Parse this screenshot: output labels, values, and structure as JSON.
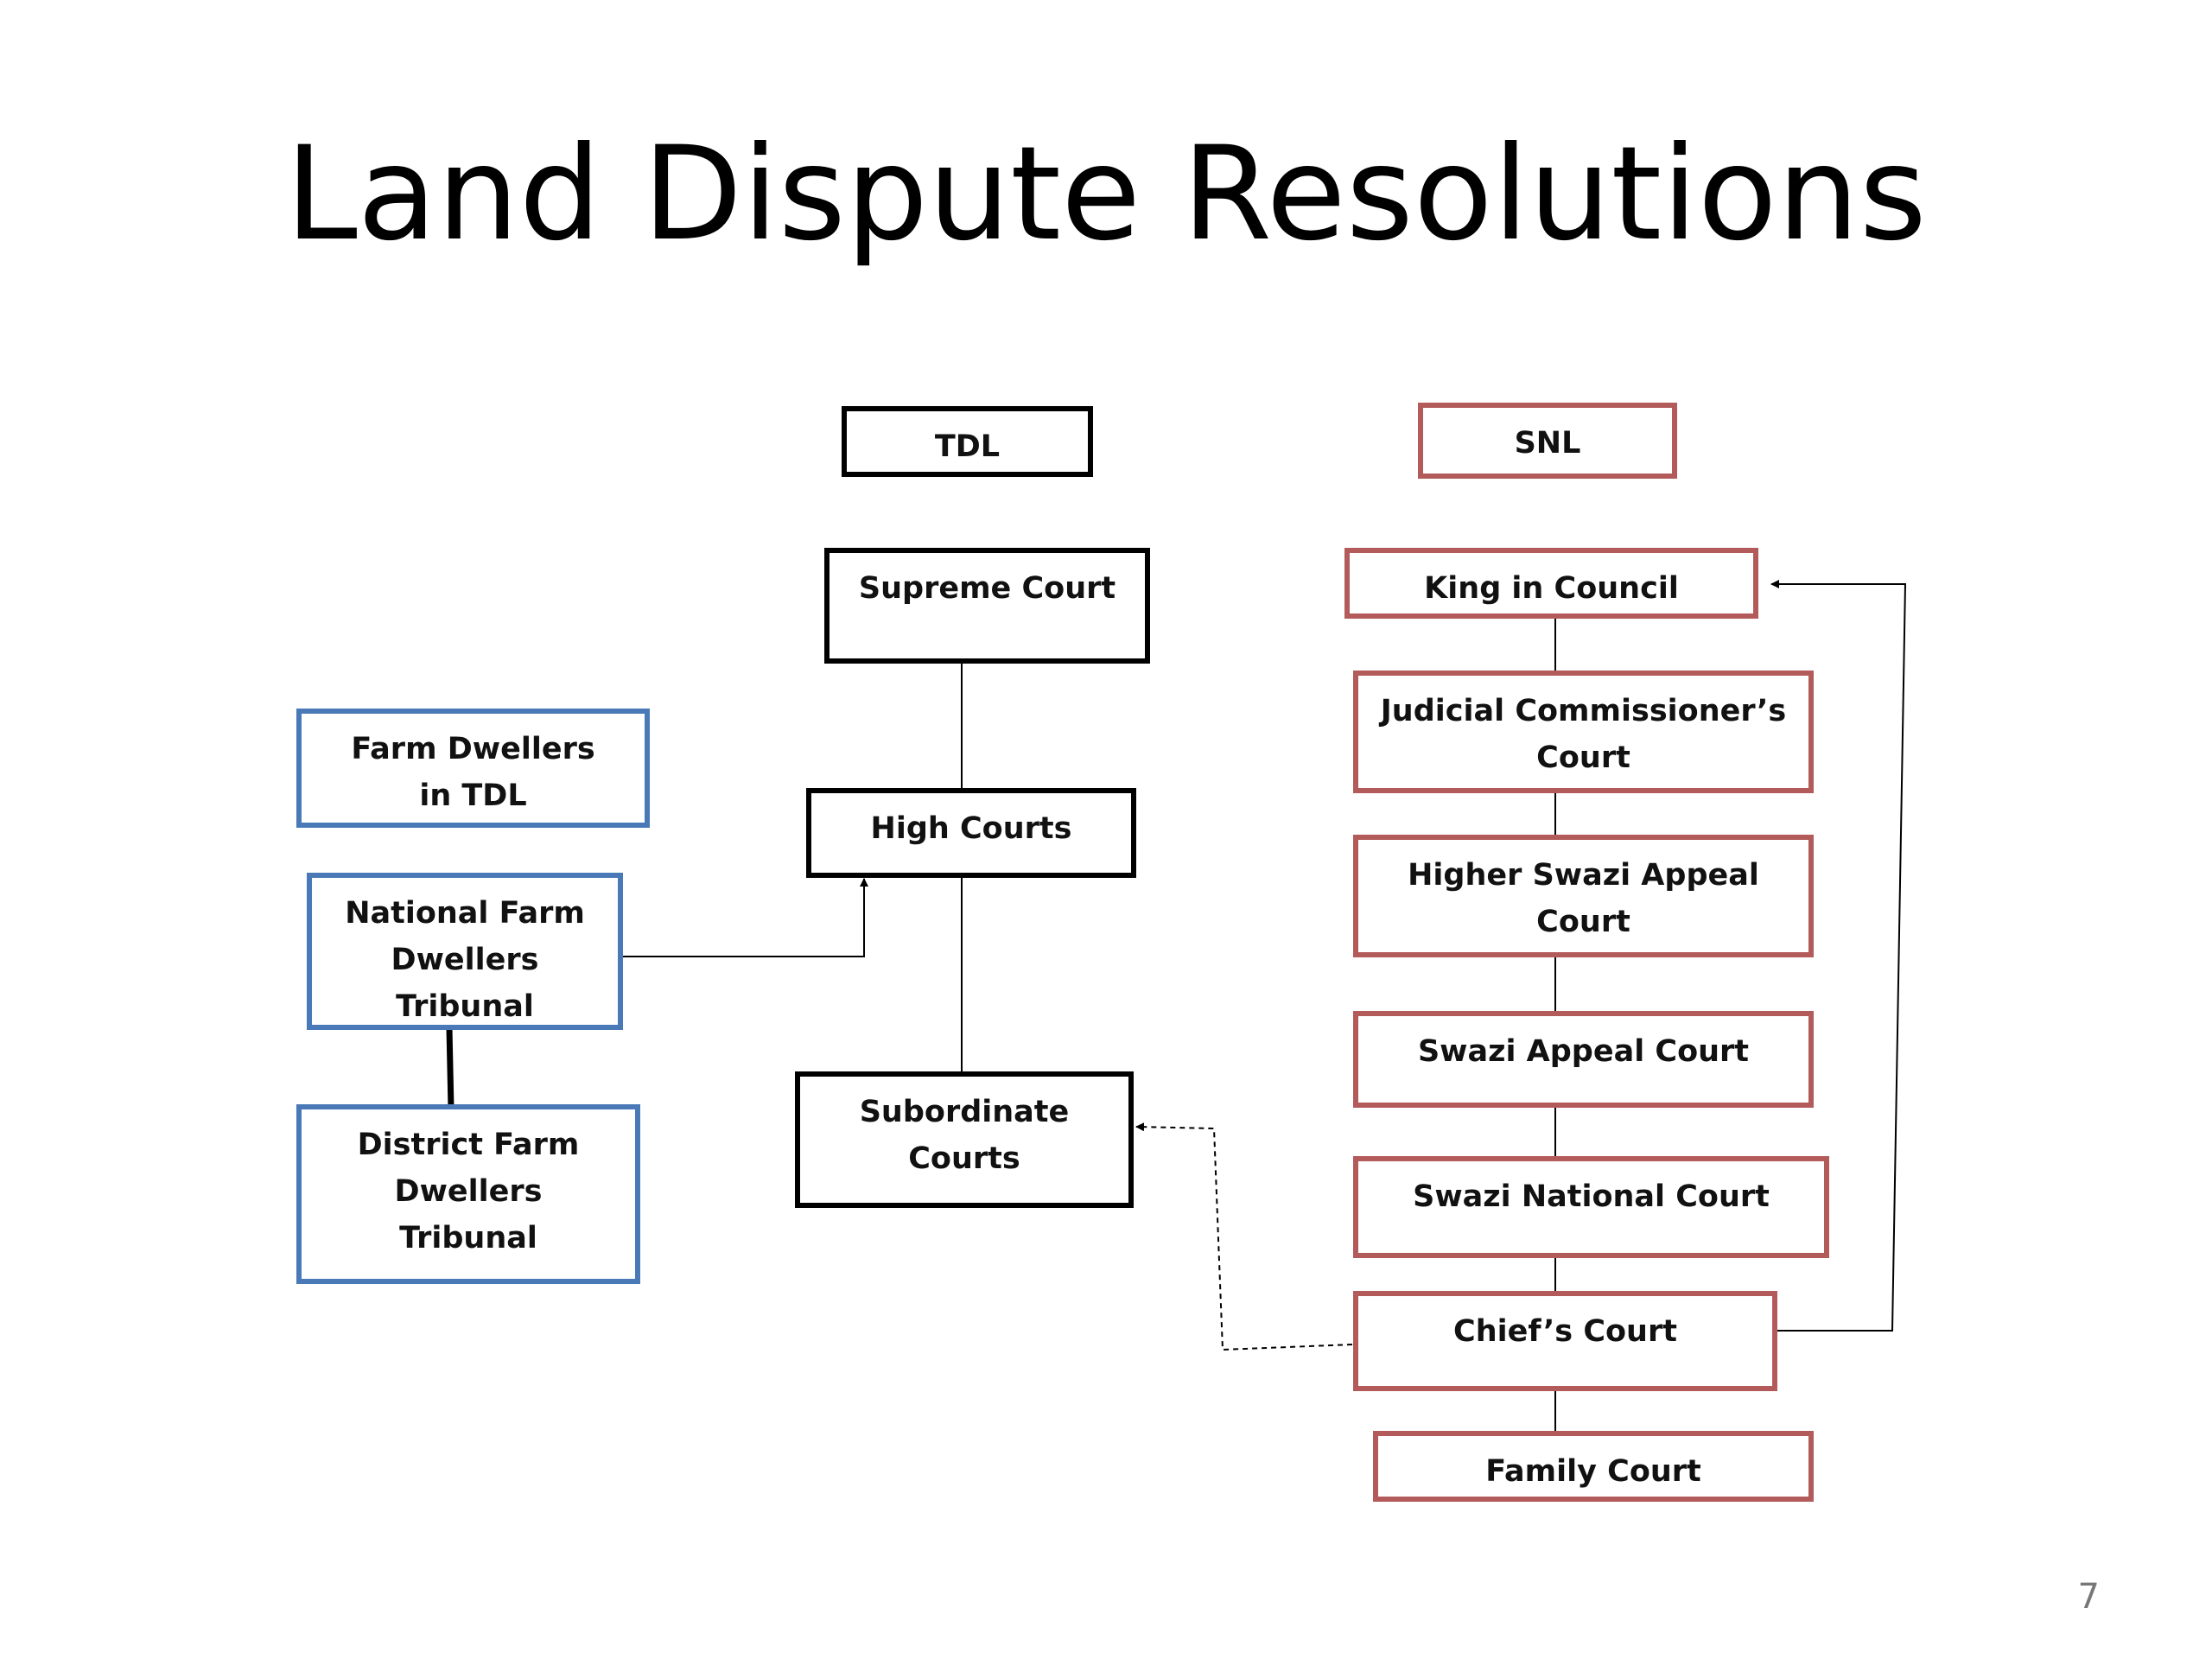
{
  "title": "Land Dispute Resolutions",
  "page_number": "7",
  "colors": {
    "tdl_border": "#000000",
    "snl_border": "#b35a5a",
    "farm_border": "#4a79b8",
    "connector": "#000000"
  },
  "tdl": {
    "header": "TDL",
    "supreme_court": "Supreme Court",
    "high_courts": "High Courts",
    "subordinate_courts": "Subordinate Courts"
  },
  "snl": {
    "header": "SNL",
    "king_in_council": "King in Council",
    "judicial_commissioners_court": "Judicial Commissioner’s Court",
    "higher_swazi_appeal_court": "Higher Swazi Appeal Court",
    "swazi_appeal_court": "Swazi Appeal Court",
    "swazi_national_court": "Swazi National Court",
    "chiefs_court": "Chief’s Court",
    "family_court": "Family Court"
  },
  "farm": {
    "farm_dwellers_in_tdl": "Farm Dwellers in TDL",
    "national_tribunal": "National Farm Dwellers Tribunal",
    "district_tribunal": "District Farm Dwellers Tribunal"
  }
}
